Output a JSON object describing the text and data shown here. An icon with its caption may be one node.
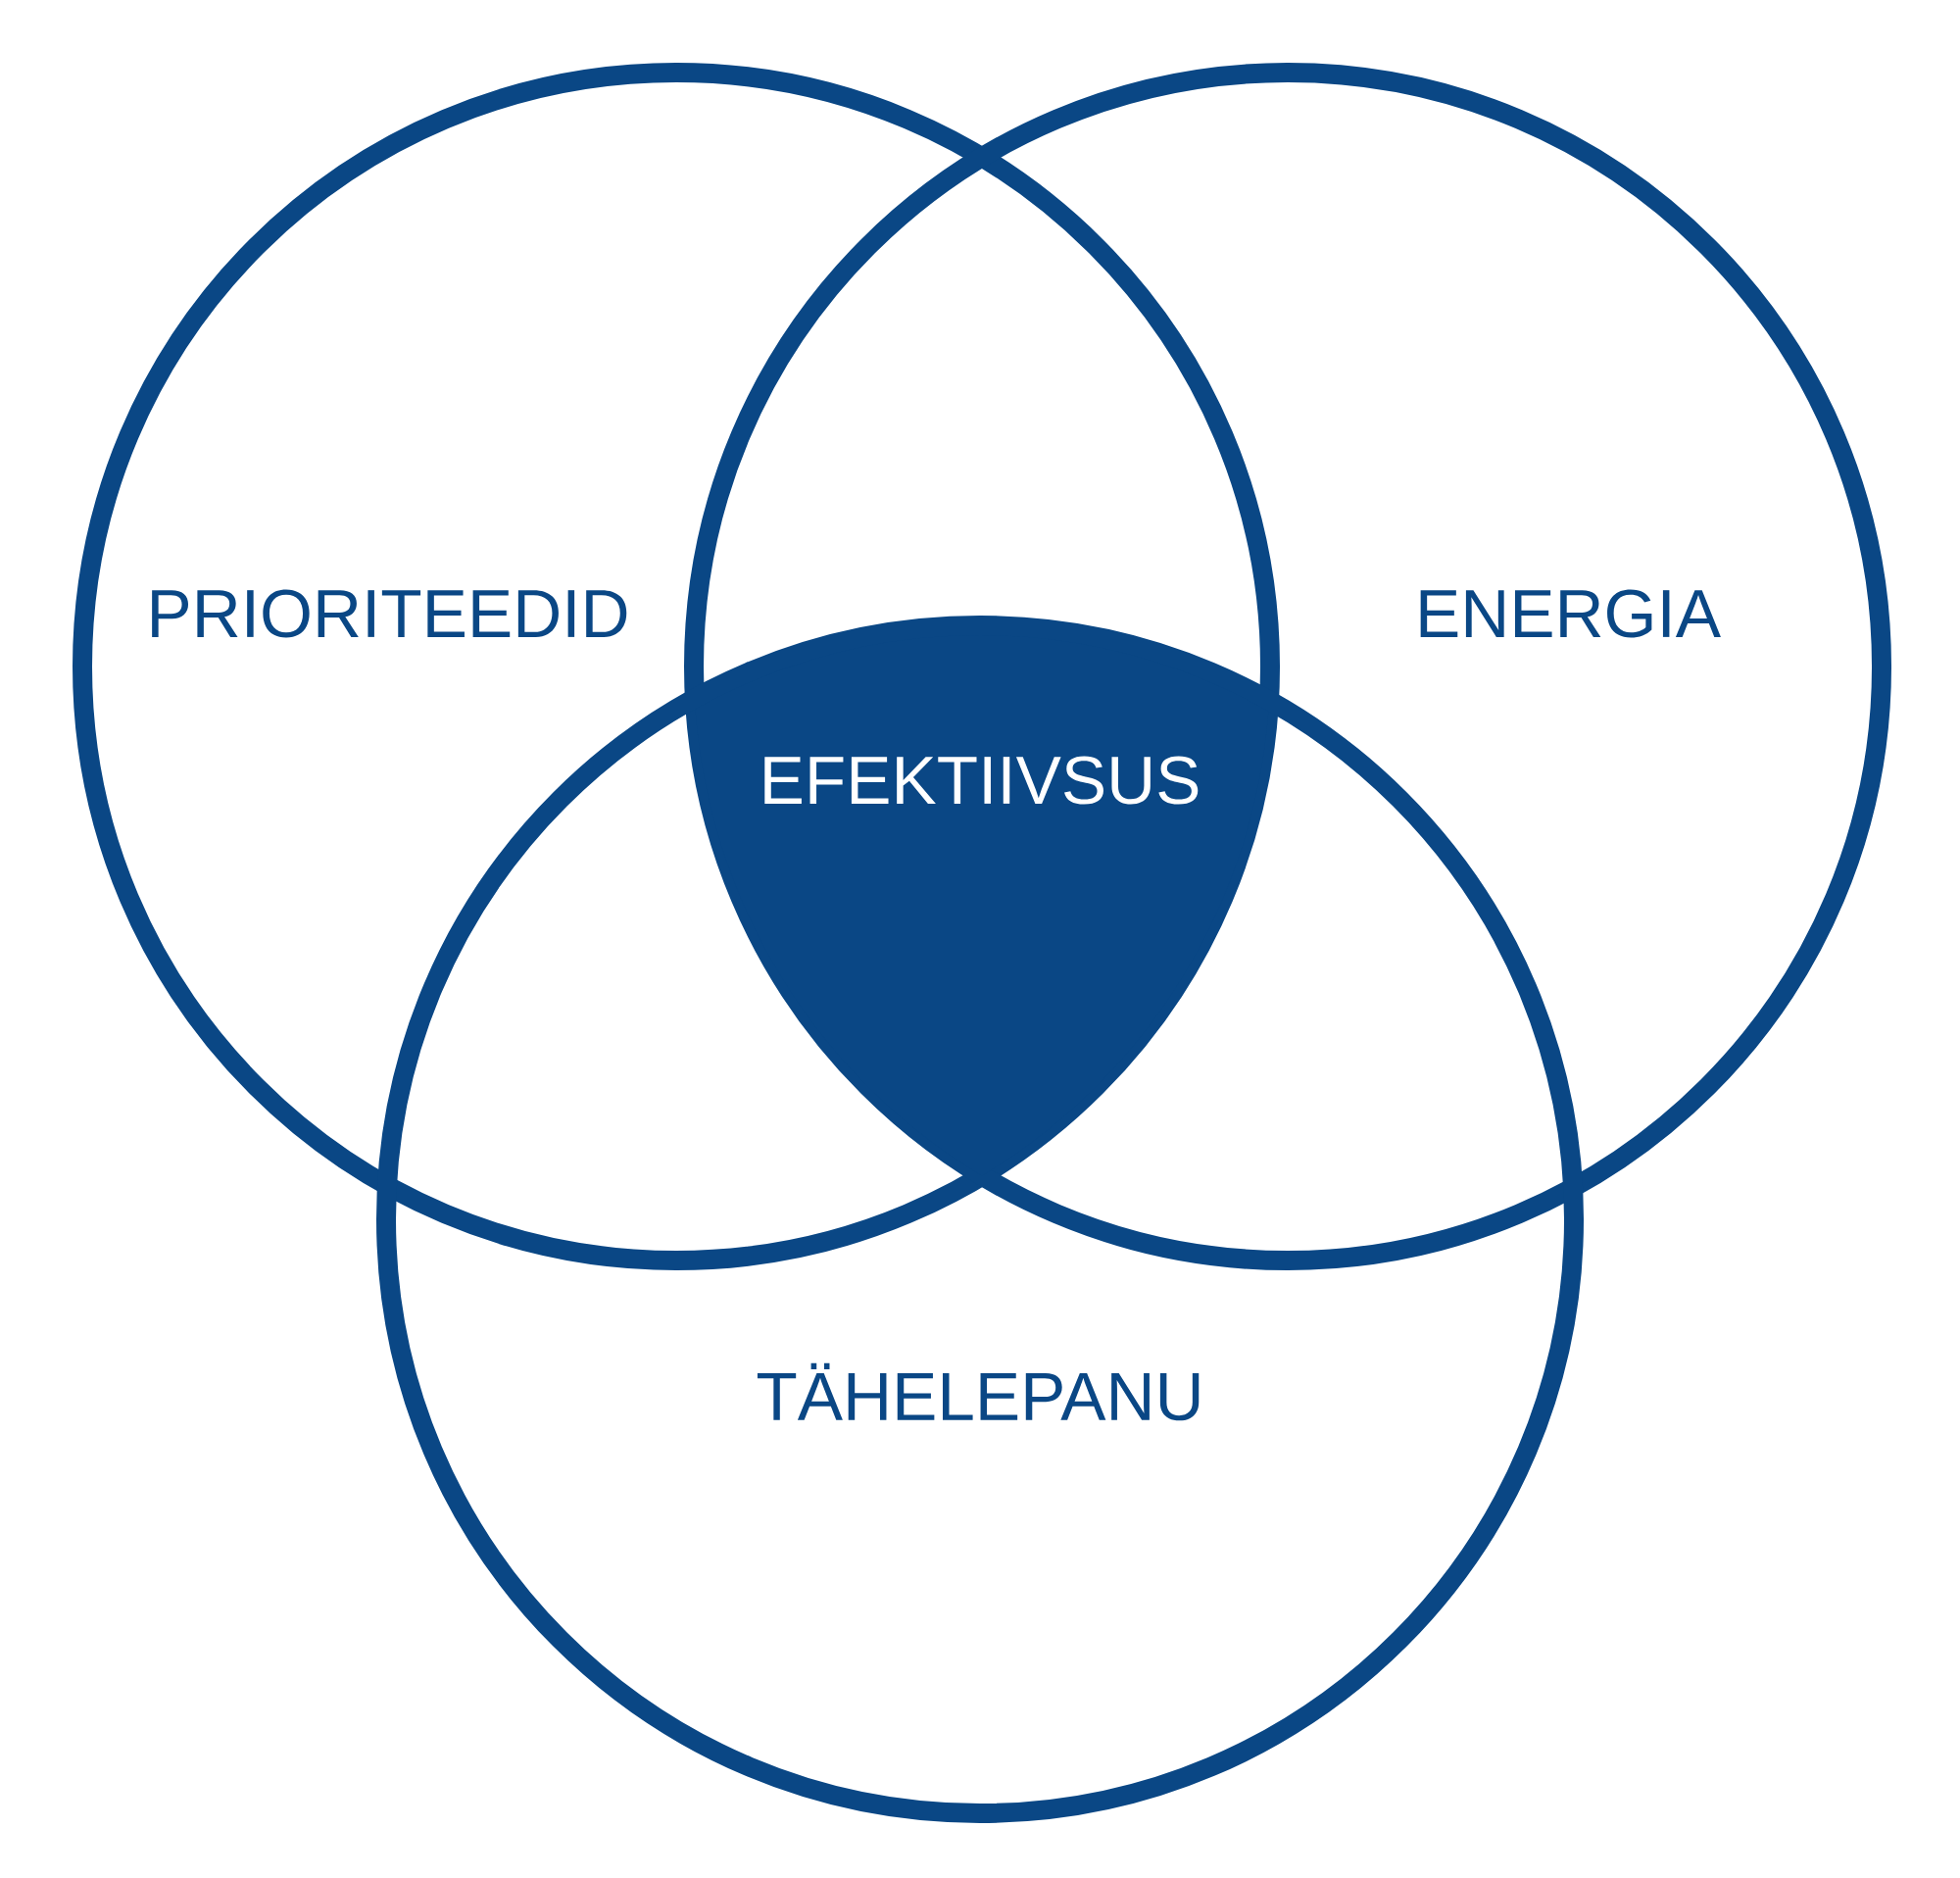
{
  "diagram": {
    "nodes": [
      {
        "text": [
          "PRIORITEEDID"
        ]
      },
      {
        "text": [
          "ENERGIA"
        ]
      },
      {
        "text": [
          "EFEKTIIVSUS"
        ]
      },
      {
        "text": [
          "TÄHELEPANU"
        ]
      }
    ]
  }
}
